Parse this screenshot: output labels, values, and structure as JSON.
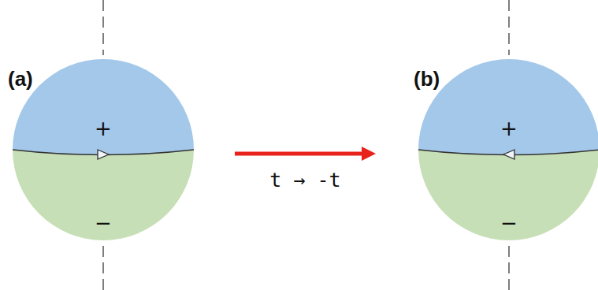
{
  "diagram": {
    "nodes": [
      {
        "text": [
          "(a)",
          "+",
          "−"
        ]
      },
      {
        "text": [
          "(b)",
          "+",
          "−"
        ]
      }
    ],
    "edges": [
      {
        "from": 0,
        "to": 1,
        "arrow": "to",
        "label": "t → -t"
      }
    ]
  }
}
